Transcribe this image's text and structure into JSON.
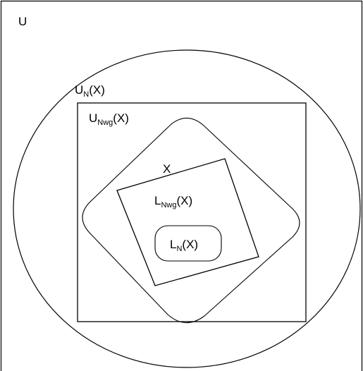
{
  "diagram": {
    "universe": {
      "label": "U"
    },
    "upper_n": {
      "base": "U",
      "sub": "N",
      "arg": "(X)"
    },
    "upper_nwg": {
      "base": "U",
      "sub": "Nwg",
      "arg": "(X)"
    },
    "set_x": {
      "label": "X"
    },
    "lower_nwg": {
      "base": "L",
      "sub": "Nwg",
      "arg": "(X)"
    },
    "lower_n": {
      "base": "L",
      "sub": "N",
      "arg": "(X)"
    }
  },
  "colors": {
    "stroke": "#000000",
    "background": "#ffffff"
  }
}
